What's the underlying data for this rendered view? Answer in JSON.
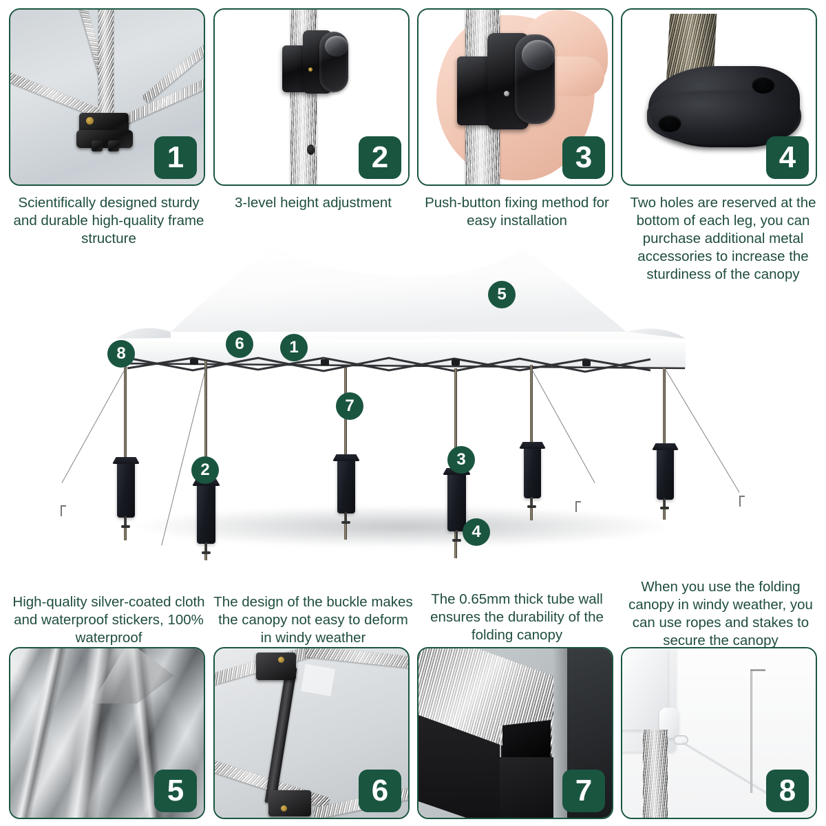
{
  "theme": {
    "accent_green": "#1a5540",
    "caption_text_color": "#1f4d3d",
    "background": "#ffffff"
  },
  "top_panels": [
    {
      "badge": "1",
      "photo_name": "canopy-frame-joint-photo",
      "caption": "Scientifically designed sturdy and durable high-quality frame structure"
    },
    {
      "badge": "2",
      "photo_name": "height-adjustment-pole-photo",
      "caption": "3-level height adjustment"
    },
    {
      "badge": "3",
      "photo_name": "push-button-hand-photo",
      "caption": "Push-button fixing method for easy installation"
    },
    {
      "badge": "4",
      "photo_name": "leg-foot-plate-photo",
      "caption": "Two holes are reserved at the bottom of each leg, you can purchase additional metal accessories to increase the sturdiness of the canopy"
    }
  ],
  "bottom_panels": [
    {
      "badge": "5",
      "photo_name": "silver-coated-cloth-photo",
      "caption": "High-quality silver-coated cloth and waterproof stickers, 100% waterproof"
    },
    {
      "badge": "6",
      "photo_name": "buckle-design-photo",
      "caption": "The design of the buckle makes the canopy not easy to deform in windy weather"
    },
    {
      "badge": "7",
      "photo_name": "tube-wall-thickness-photo",
      "caption": "The 0.65mm thick tube wall ensures the durability of the folding canopy"
    },
    {
      "badge": "8",
      "photo_name": "rope-and-stake-photo",
      "caption": "When you use the folding canopy in windy weather, you can use ropes and stakes to secure the canopy"
    }
  ],
  "canopy_callouts": [
    {
      "number": "5",
      "target": "canopy-roof-fabric"
    },
    {
      "number": "6",
      "target": "canopy-truss-buckle"
    },
    {
      "number": "1",
      "target": "canopy-frame-structure"
    },
    {
      "number": "8",
      "target": "canopy-corner-rope-point"
    },
    {
      "number": "7",
      "target": "canopy-leg-tube"
    },
    {
      "number": "2",
      "target": "canopy-leg-height-lock"
    },
    {
      "number": "3",
      "target": "canopy-leg-push-button"
    },
    {
      "number": "4",
      "target": "canopy-leg-foot-base"
    }
  ]
}
